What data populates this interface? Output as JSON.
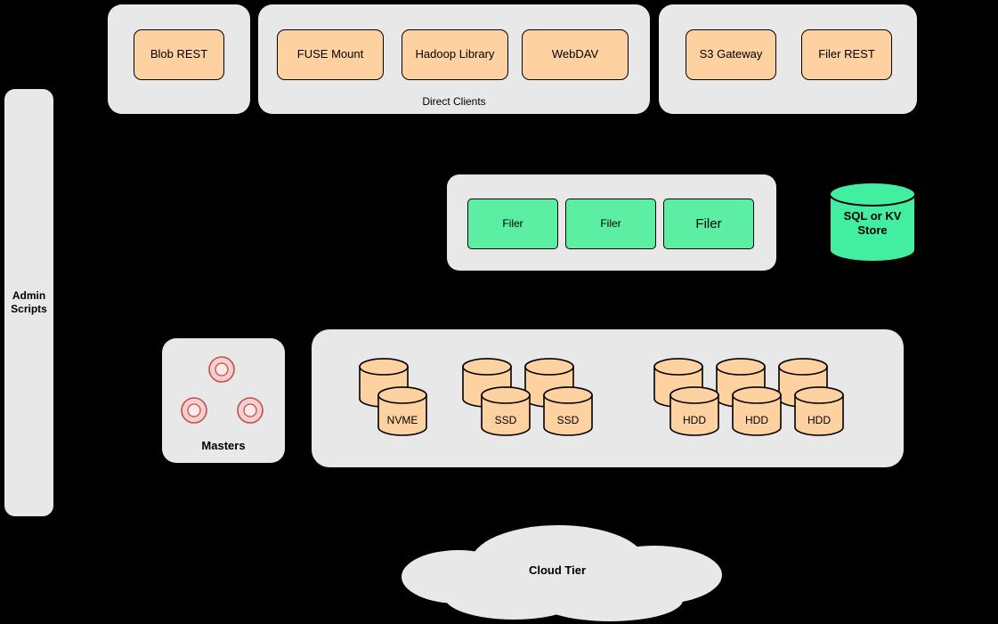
{
  "colors": {
    "background": "#000000",
    "panel_gray": "#e8e8e8",
    "node_orange": "#fdd1a0",
    "node_green": "#5cefa4",
    "cylinder_green": "#42efa0",
    "master_pink_fill": "#f8cecc",
    "master_pink_stroke": "#b85450",
    "outline": "#000000"
  },
  "client_tier": {
    "blob_group": {
      "buttons": [
        {
          "label": "Blob REST"
        }
      ]
    },
    "direct_clients_group": {
      "caption": "Direct Clients",
      "buttons": [
        {
          "label": "FUSE Mount"
        },
        {
          "label": "Hadoop Library"
        },
        {
          "label": "WebDAV"
        }
      ]
    },
    "gateway_group": {
      "buttons": [
        {
          "label": "S3 Gateway"
        },
        {
          "label": "Filer REST"
        }
      ]
    }
  },
  "admin_panel": {
    "label": "Admin Scripts"
  },
  "filer_group": {
    "nodes": [
      {
        "label": "Filer"
      },
      {
        "label": "Filer"
      },
      {
        "label": "Filer"
      }
    ]
  },
  "metadata_store": {
    "label": "SQL or KV Store"
  },
  "masters_group": {
    "caption": "Masters"
  },
  "volume_group": {
    "nvme": {
      "label": "NVME"
    },
    "ssd": [
      {
        "label": "SSD"
      },
      {
        "label": "SSD"
      }
    ],
    "hdd": [
      {
        "label": "HDD"
      },
      {
        "label": "HDD"
      },
      {
        "label": "HDD"
      }
    ]
  },
  "cloud_tier": {
    "label": "Cloud Tier"
  }
}
